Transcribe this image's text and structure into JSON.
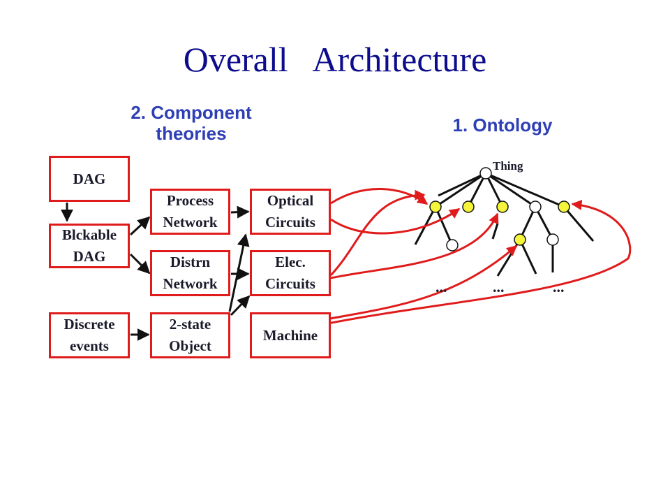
{
  "title": "Overall   Architecture",
  "sections": {
    "component_theories": "2. Component\ntheories",
    "ontology": "1. Ontology"
  },
  "boxes": {
    "dag": "DAG",
    "blckable_dag": "Blckable\nDAG",
    "discrete_events": "Discrete\nevents",
    "process_network": "Process\nNetwork",
    "distrn_network": "Distrn\nNetwork",
    "two_state_object": "2-state\nObject",
    "optical_circuits": "Optical\nCircuits",
    "elec_circuits": "Elec.\nCircuits",
    "machine": "Machine"
  },
  "ontology": {
    "root_label": "Thing",
    "ellipsis": "..."
  },
  "colors": {
    "title": "#0c0c8c",
    "section": "#2e3fb5",
    "box_border": "#e01b1b",
    "mapping_arrow": "#e01b1b",
    "highlight_node": "#f5f53c"
  }
}
